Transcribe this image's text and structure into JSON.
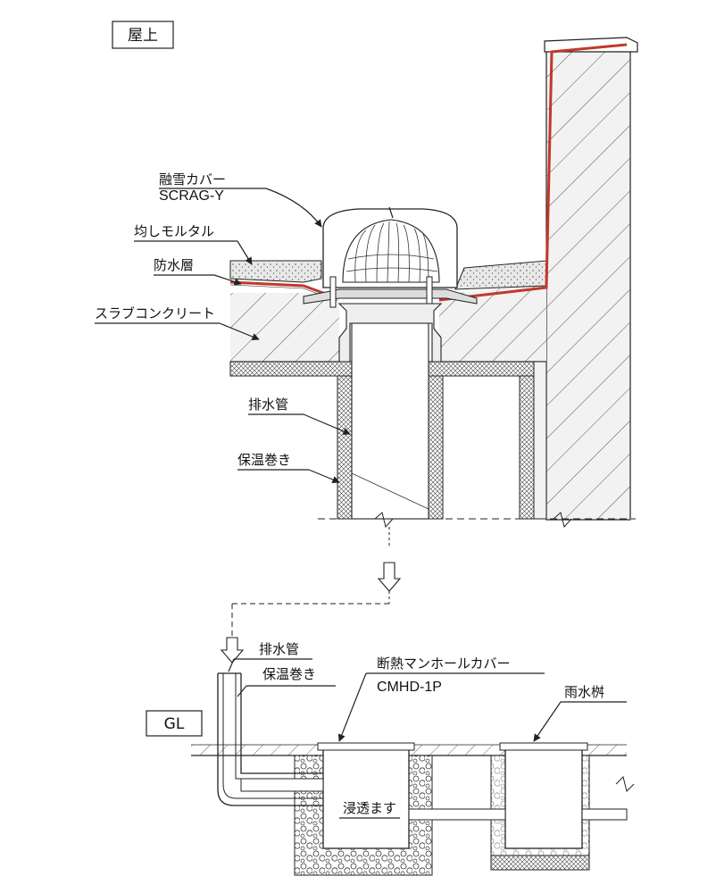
{
  "section_labels": {
    "rooftop": "屋上",
    "ground_level": "GL"
  },
  "labels": {
    "snow_cover": "融雪カバー",
    "snow_cover_model": "SCRAG-Y",
    "leveling_mortar": "均しモルタル",
    "waterproof_layer": "防水層",
    "slab_concrete": "スラブコンクリート",
    "drain_pipe_top": "排水管",
    "insulation_top": "保温巻き",
    "drain_pipe_bottom": "排水管",
    "insulation_bottom": "保温巻き",
    "manhole_cover": "断熱マンホールカバー",
    "manhole_cover_model": "CMHD-1P",
    "rain_basin": "雨水桝",
    "infiltration_basin": "浸透ます"
  },
  "colors": {
    "waterproof": "#c0392b",
    "line": "#222222",
    "concrete_fill": "#f0f0f0",
    "mortar_fill": "#e6e6e6"
  }
}
